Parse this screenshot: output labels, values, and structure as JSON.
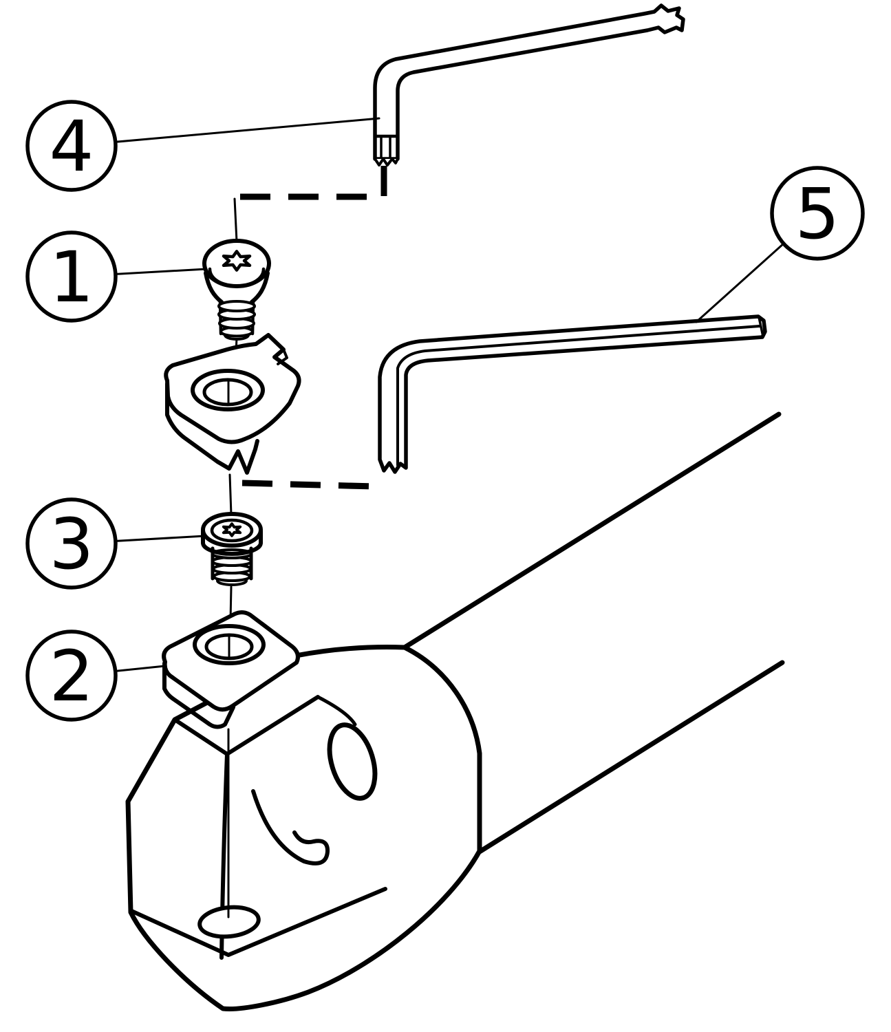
{
  "figure": {
    "type": "exploded-assembly-diagram",
    "description": "Tool holder exploded view with insert, screws, shim and torx keys",
    "background_color": "#ffffff",
    "line_color": "#000000",
    "callouts": [
      {
        "label": "1",
        "part": "insert-clamp-screw"
      },
      {
        "label": "2",
        "part": "shim"
      },
      {
        "label": "3",
        "part": "shim-screw"
      },
      {
        "label": "4",
        "part": "torx-key-small"
      },
      {
        "label": "5",
        "part": "torx-key-large"
      }
    ]
  }
}
